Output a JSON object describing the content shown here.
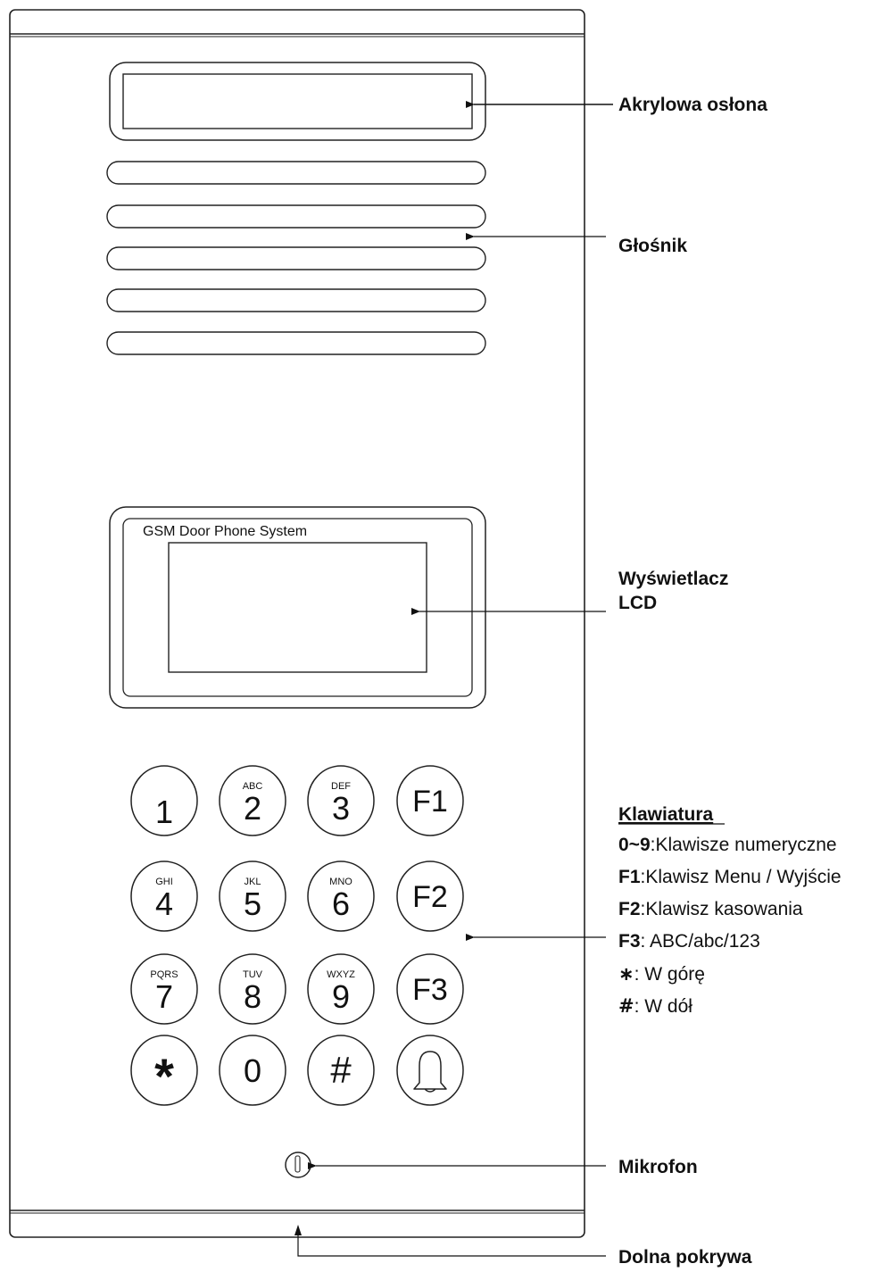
{
  "lcd_caption": "GSM Door Phone System",
  "keys": [
    {
      "main": "1",
      "sub": ""
    },
    {
      "main": "2",
      "sub": "ABC"
    },
    {
      "main": "3",
      "sub": "DEF"
    },
    {
      "main": "F1",
      "sub": ""
    },
    {
      "main": "4",
      "sub": "GHI"
    },
    {
      "main": "5",
      "sub": "JKL"
    },
    {
      "main": "6",
      "sub": "MNO"
    },
    {
      "main": "F2",
      "sub": ""
    },
    {
      "main": "7",
      "sub": "PQRS"
    },
    {
      "main": "8",
      "sub": "TUV"
    },
    {
      "main": "9",
      "sub": "WXYZ"
    },
    {
      "main": "F3",
      "sub": ""
    },
    {
      "main": "*",
      "sub": ""
    },
    {
      "main": "0",
      "sub": ""
    },
    {
      "main": "#",
      "sub": ""
    },
    {
      "main": "",
      "sub": "",
      "icon": "bell-icon"
    }
  ],
  "labels": {
    "acrylic_cover": "Akrylowa osłona",
    "speaker": "Głośnik",
    "lcd_line1": "Wyświetlacz",
    "lcd_line2": "LCD",
    "microphone": "Mikrofon",
    "bottom_cover": "Dolna pokrywa"
  },
  "keypad_legend": {
    "title": "Klawiatura",
    "items": [
      {
        "key": "0~9",
        "sep": ":",
        "desc": "Klawisze numeryczne"
      },
      {
        "key": "F1",
        "sep": ":",
        "desc": "Klawisz Menu / Wyjście"
      },
      {
        "key": "F2",
        "sep": ":",
        "desc": "Klawisz kasowania"
      },
      {
        "key": "F3",
        "sep": ": ",
        "desc": "ABC/abc/123"
      },
      {
        "key": "∗",
        "sep": ": ",
        "desc": "W górę"
      },
      {
        "key": "#",
        "sep": ": ",
        "desc": "W dół"
      }
    ]
  }
}
